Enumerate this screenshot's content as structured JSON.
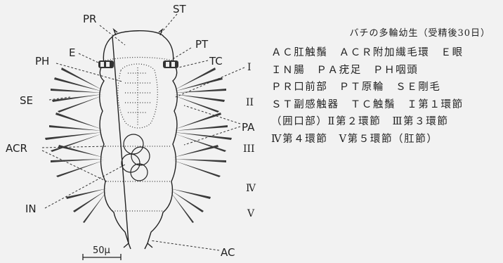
{
  "diagram": {
    "labels": {
      "pr": "PR",
      "st": "ST",
      "pt": "PT",
      "tc": "TC",
      "e": "E",
      "ph": "PH",
      "se": "SE",
      "pa": "PA",
      "acr": "ACR",
      "in": "IN",
      "ac": "AC",
      "seg1": "I",
      "seg2": "II",
      "seg3": "III",
      "seg4": "Ⅳ",
      "seg5": "V"
    },
    "scale_bar": "50μ"
  },
  "legend": {
    "title": "バチの多輪幼生（受精後30日）",
    "lines": [
      "ＡＣ肛触鬚　ＡＣＲ附加繊毛環　Ｅ眼",
      "ＩＮ腸　ＰＡ疣足　ＰＨ咽頭",
      "ＰＲ口前部　ＰＴ原輪　ＳＥ剛毛",
      "ＳＴ副感触器　ＴＣ触鬚　Ｉ第１環節",
      "（囲口部）Ⅱ第２環節　Ⅲ第３環節",
      "Ⅳ第４環節　Ⅴ第５環節（肛節）"
    ]
  }
}
